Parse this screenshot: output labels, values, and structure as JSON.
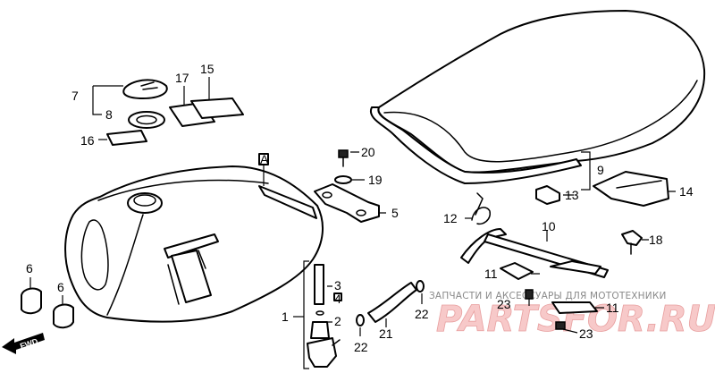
{
  "diagram": {
    "callouts": [
      {
        "id": "p7",
        "label": "7"
      },
      {
        "id": "p8",
        "label": "8"
      },
      {
        "id": "p16",
        "label": "16"
      },
      {
        "id": "p17",
        "label": "17"
      },
      {
        "id": "p15",
        "label": "15"
      },
      {
        "id": "p20",
        "label": "20"
      },
      {
        "id": "p19",
        "label": "19"
      },
      {
        "id": "p5",
        "label": "5"
      },
      {
        "id": "p9",
        "label": "9"
      },
      {
        "id": "p13",
        "label": "13"
      },
      {
        "id": "p14",
        "label": "14"
      },
      {
        "id": "p12",
        "label": "12"
      },
      {
        "id": "p10",
        "label": "10"
      },
      {
        "id": "p18",
        "label": "18"
      },
      {
        "id": "p11a",
        "label": "11"
      },
      {
        "id": "p11b",
        "label": "11"
      },
      {
        "id": "p23a",
        "label": "23"
      },
      {
        "id": "p23b",
        "label": "23"
      },
      {
        "id": "p6a",
        "label": "6"
      },
      {
        "id": "p6b",
        "label": "6"
      },
      {
        "id": "p1",
        "label": "1"
      },
      {
        "id": "p3",
        "label": "3"
      },
      {
        "id": "p4",
        "label": "4"
      },
      {
        "id": "p2",
        "label": "2"
      },
      {
        "id": "p21",
        "label": "21"
      },
      {
        "id": "p22a",
        "label": "22"
      },
      {
        "id": "p22b",
        "label": "22"
      },
      {
        "id": "pA",
        "label": "A"
      }
    ],
    "fwd_label": "FWD"
  },
  "watermark": {
    "tagline": "ЗАПЧАСТИ И АКСЕССУАРЫ ДЛЯ МОТОТЕХНИКИ",
    "logo": "PARTSFOR.RU"
  }
}
